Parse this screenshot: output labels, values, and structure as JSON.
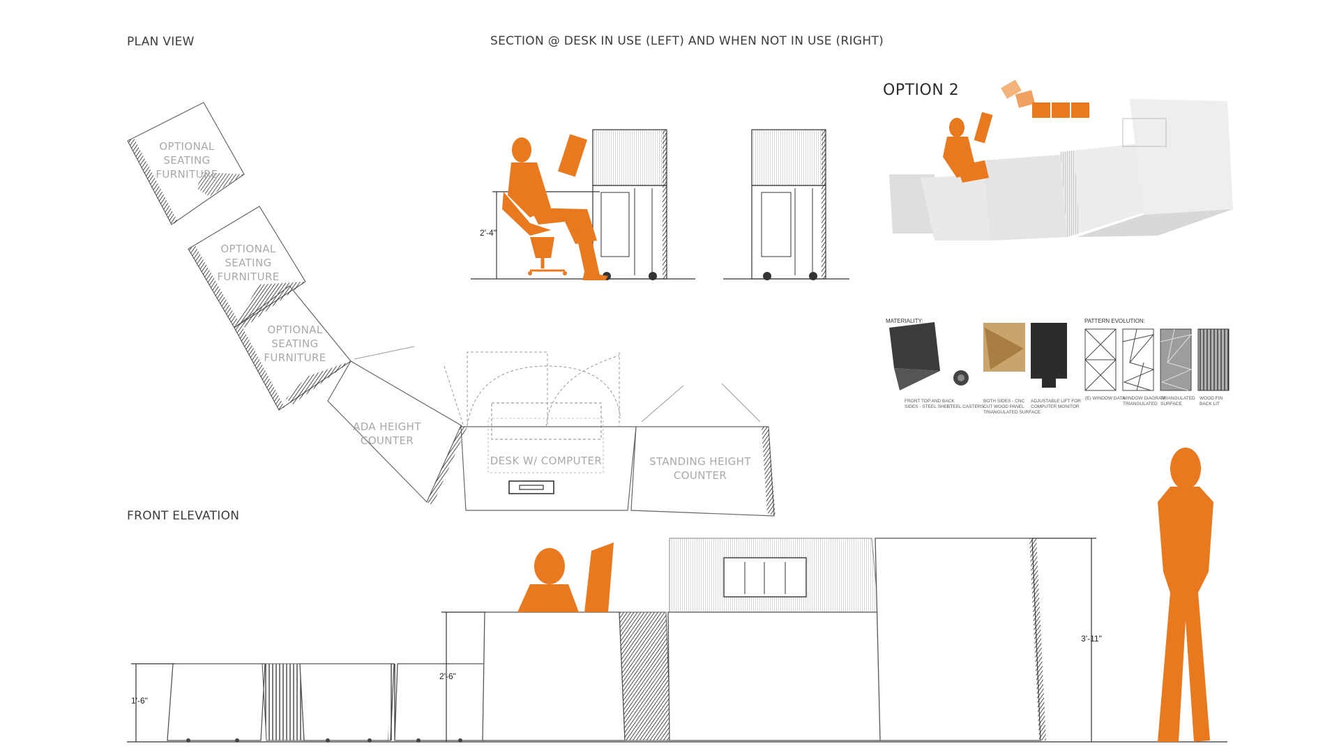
{
  "titles": {
    "plan_view": "PLAN VIEW",
    "section": "SECTION @ DESK IN USE (LEFT) AND WHEN NOT IN USE (RIGHT)",
    "front_elevation": "FRONT ELEVATION",
    "option": "OPTION 2"
  },
  "plan_labels": {
    "seating_1": [
      "OPTIONAL",
      "SEATING",
      "FURNITURE"
    ],
    "seating_2": [
      "OPTIONAL",
      "SEATING",
      "FURNITURE"
    ],
    "seating_3": [
      "OPTIONAL",
      "SEATING",
      "FURNITURE"
    ],
    "ada": [
      "ADA HEIGHT",
      "COUNTER"
    ],
    "desk": [
      "DESK W/ COMPUTER"
    ],
    "standing": [
      "STANDING HEIGHT",
      "COUNTER"
    ]
  },
  "dimensions": {
    "section_height": "2'-4\"",
    "seating_height": "1'-6\"",
    "ada_height": "2'-6\"",
    "standing_height": "3'-11\""
  },
  "materiality": {
    "heading": "MATERIALITY:",
    "captions": [
      [
        "FRONT TOP AND BACK",
        "SIDES - STEEL SHEET"
      ],
      [
        "STEEL CASTERS"
      ],
      [
        "BOTH SIDES - CNC",
        "CUT WOOD PANEL",
        "TRIANGULATED SURFACE"
      ],
      [
        "ADJUSTABLE LIFT FOR",
        "COMPUTER MONITOR"
      ]
    ]
  },
  "pattern_evolution": {
    "heading": "PATTERN EVOLUTION:",
    "captions": [
      [
        "(E) WINDOW DATA"
      ],
      [
        "WINDOW DIAGRAM",
        "TRIANGULATED"
      ],
      [
        "TRIANGULATED",
        "SURFACE"
      ],
      [
        "WOOD FIN",
        "BACK LIT"
      ]
    ]
  },
  "colors": {
    "accent": "#e8791f",
    "line": "#333333",
    "label": "#a9a9a9"
  }
}
